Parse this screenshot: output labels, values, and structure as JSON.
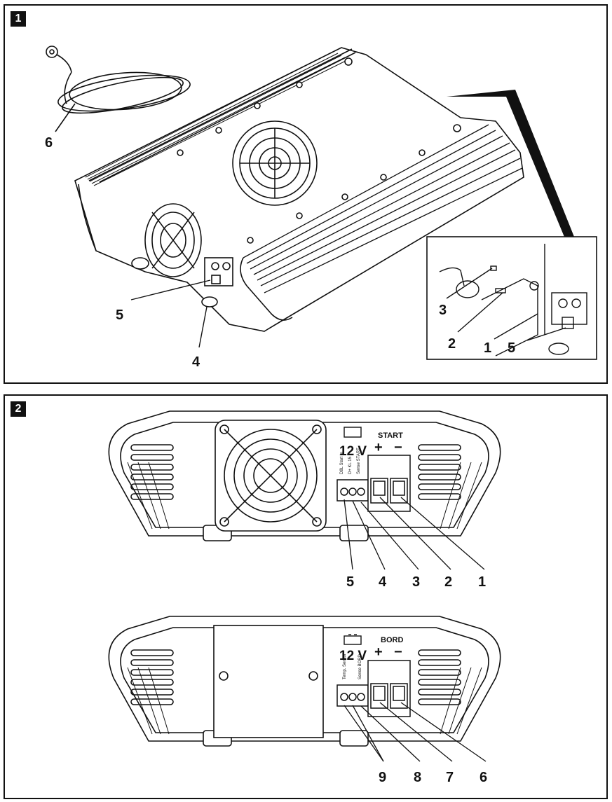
{
  "figure1": {
    "badge": "1",
    "callouts": [
      "6",
      "5",
      "4",
      "3",
      "2",
      "1",
      "5"
    ]
  },
  "figure2": {
    "badge": "2",
    "start_panel": {
      "voltage": "12 V",
      "terminal_label": "START",
      "plus": "+",
      "minus": "−",
      "pin_labels": [
        "D8L Start In",
        "D+ KL 15",
        "Sense START"
      ],
      "callouts": [
        "5",
        "4",
        "3",
        "2",
        "1"
      ]
    },
    "bord_panel": {
      "voltage": "12 V",
      "terminal_label": "BORD",
      "plus": "+",
      "minus": "−",
      "pin_labels": [
        "Temp. Sensor",
        "Sense BORD"
      ],
      "callouts": [
        "9",
        "8",
        "7",
        "6"
      ]
    }
  }
}
